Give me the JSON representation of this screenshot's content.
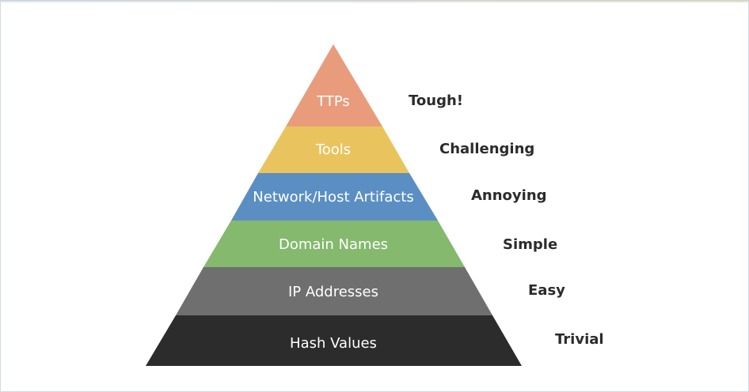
{
  "layers": [
    {
      "label": "TTPs",
      "difficulty": "Tough!",
      "color": "#e89c7c"
    },
    {
      "label": "Tools",
      "difficulty": "Challenging",
      "color": "#e9c45e"
    },
    {
      "label": "Network/Host Artifacts",
      "difficulty": "Annoying",
      "color": "#5b8fc4"
    },
    {
      "label": "Domain Names",
      "difficulty": "Simple",
      "color": "#84b96e"
    },
    {
      "label": "IP Addresses",
      "difficulty": "Easy",
      "color": "#6f6f6f"
    },
    {
      "label": "Hash Values",
      "difficulty": "Trivial",
      "color": "#2c2c2c"
    }
  ]
}
